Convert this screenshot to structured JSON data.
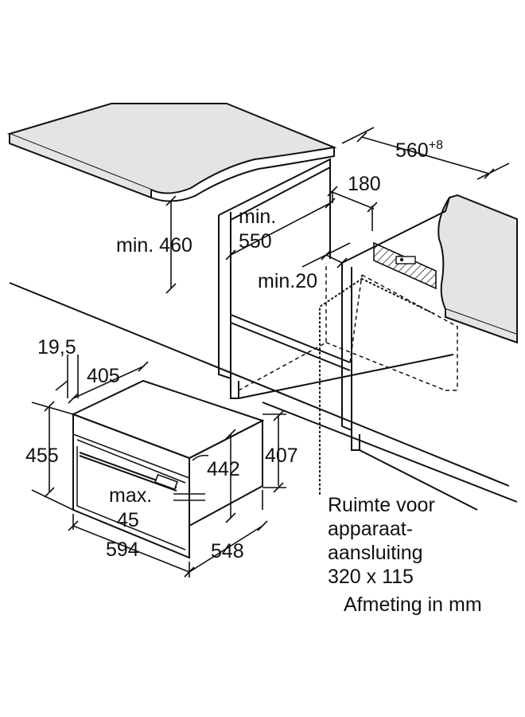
{
  "dimensions": {
    "depth_top": "560",
    "depth_top_tol": "+8",
    "w180": "180",
    "min460": "min. 460",
    "min550_a": "min.",
    "min550_b": "550",
    "min20": "min.20",
    "d195": "19,5",
    "d405": "405",
    "d455": "455",
    "d442": "442",
    "d407": "407",
    "max45_a": "max.",
    "max45_b": "45",
    "d594": "594",
    "d548": "548"
  },
  "note": {
    "line1": "Ruimte voor",
    "line2": "apparaat-",
    "line3": "aansluiting",
    "line4": "320 x 115",
    "unit": "Afmeting in mm"
  },
  "colors": {
    "countertop": "#e4e4e4",
    "hatch": "#111111",
    "line": "#111111"
  }
}
